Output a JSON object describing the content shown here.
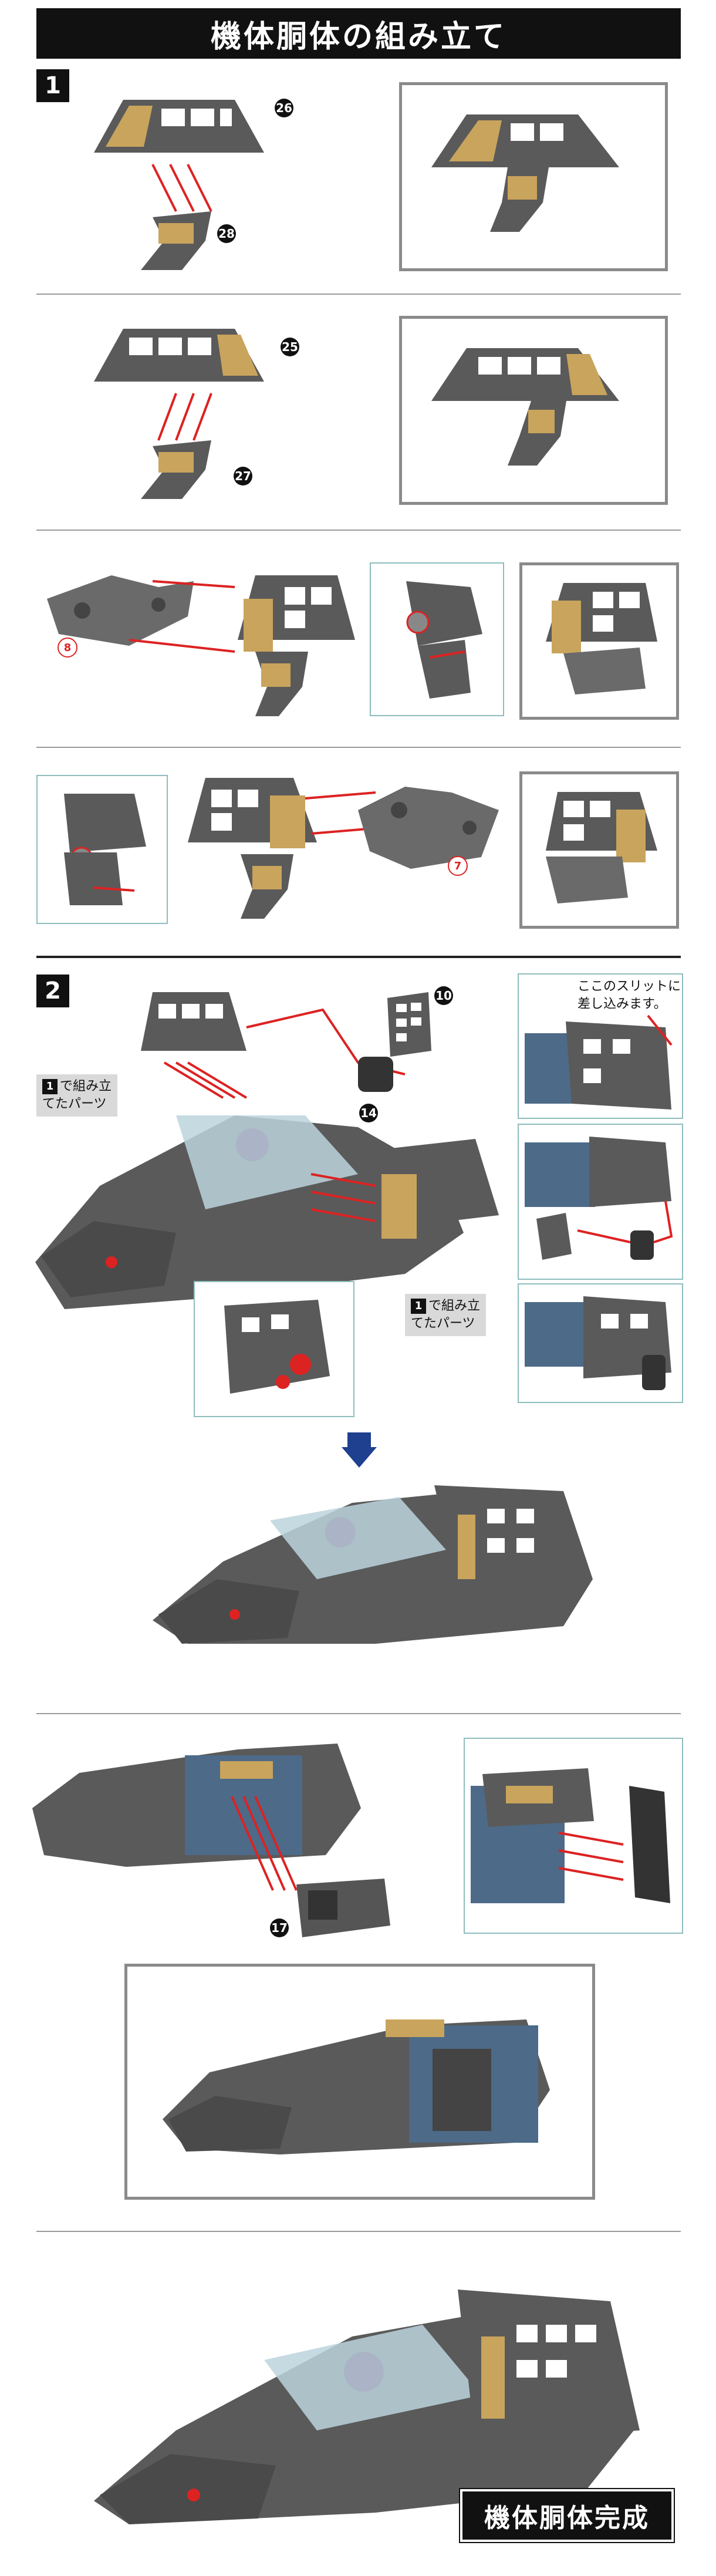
{
  "header": {
    "title": "機体胴体の組み立て"
  },
  "steps": {
    "step1": {
      "badge": "1"
    },
    "step2": {
      "badge": "2"
    }
  },
  "part_numbers": {
    "p26": "26",
    "p28": "28",
    "p25": "25",
    "p27": "27",
    "p8": "8",
    "p7": "7",
    "p10": "10",
    "p14": "14",
    "p17": "17"
  },
  "labels": {
    "assembled_parts_left": {
      "badge": "1",
      "line1": "で組み立",
      "line2": "てたパーツ"
    },
    "assembled_parts_right": {
      "badge": "1",
      "line1": "で組み立",
      "line2": "てたパーツ"
    },
    "slit_note": {
      "line1": "ここのスリットに",
      "line2": "差し込みます。"
    }
  },
  "footer": {
    "complete": "機体胴体完成"
  },
  "colors": {
    "dark": "#111111",
    "frame": "#8a8a8a",
    "arrow": "#d22222",
    "part_gray": "#5a5a5a",
    "part_gold": "#c9a45c",
    "callout": "#8ebdbd",
    "blue_arrow": "#1f3f8f"
  }
}
